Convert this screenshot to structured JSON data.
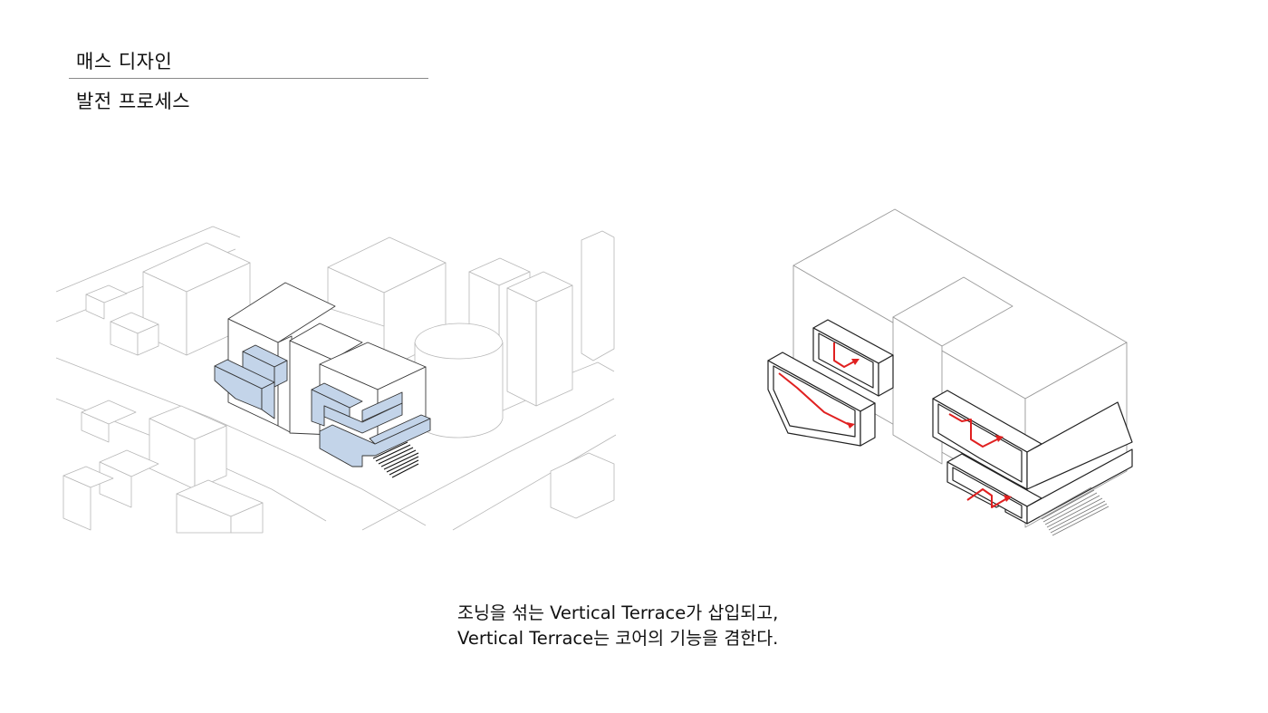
{
  "header": {
    "title": "매스 디자인",
    "subtitle": "발전 프로세스"
  },
  "caption": {
    "line1": "조닝을 섞는 Vertical Terrace가 삽입되고,",
    "line2": "Vertical Terrace는 코어의 기능을 겸한다."
  },
  "colors": {
    "terrace_fill": "#c3d4e9",
    "line": "#9a9a9a",
    "circulation_arrow": "#e02020"
  }
}
